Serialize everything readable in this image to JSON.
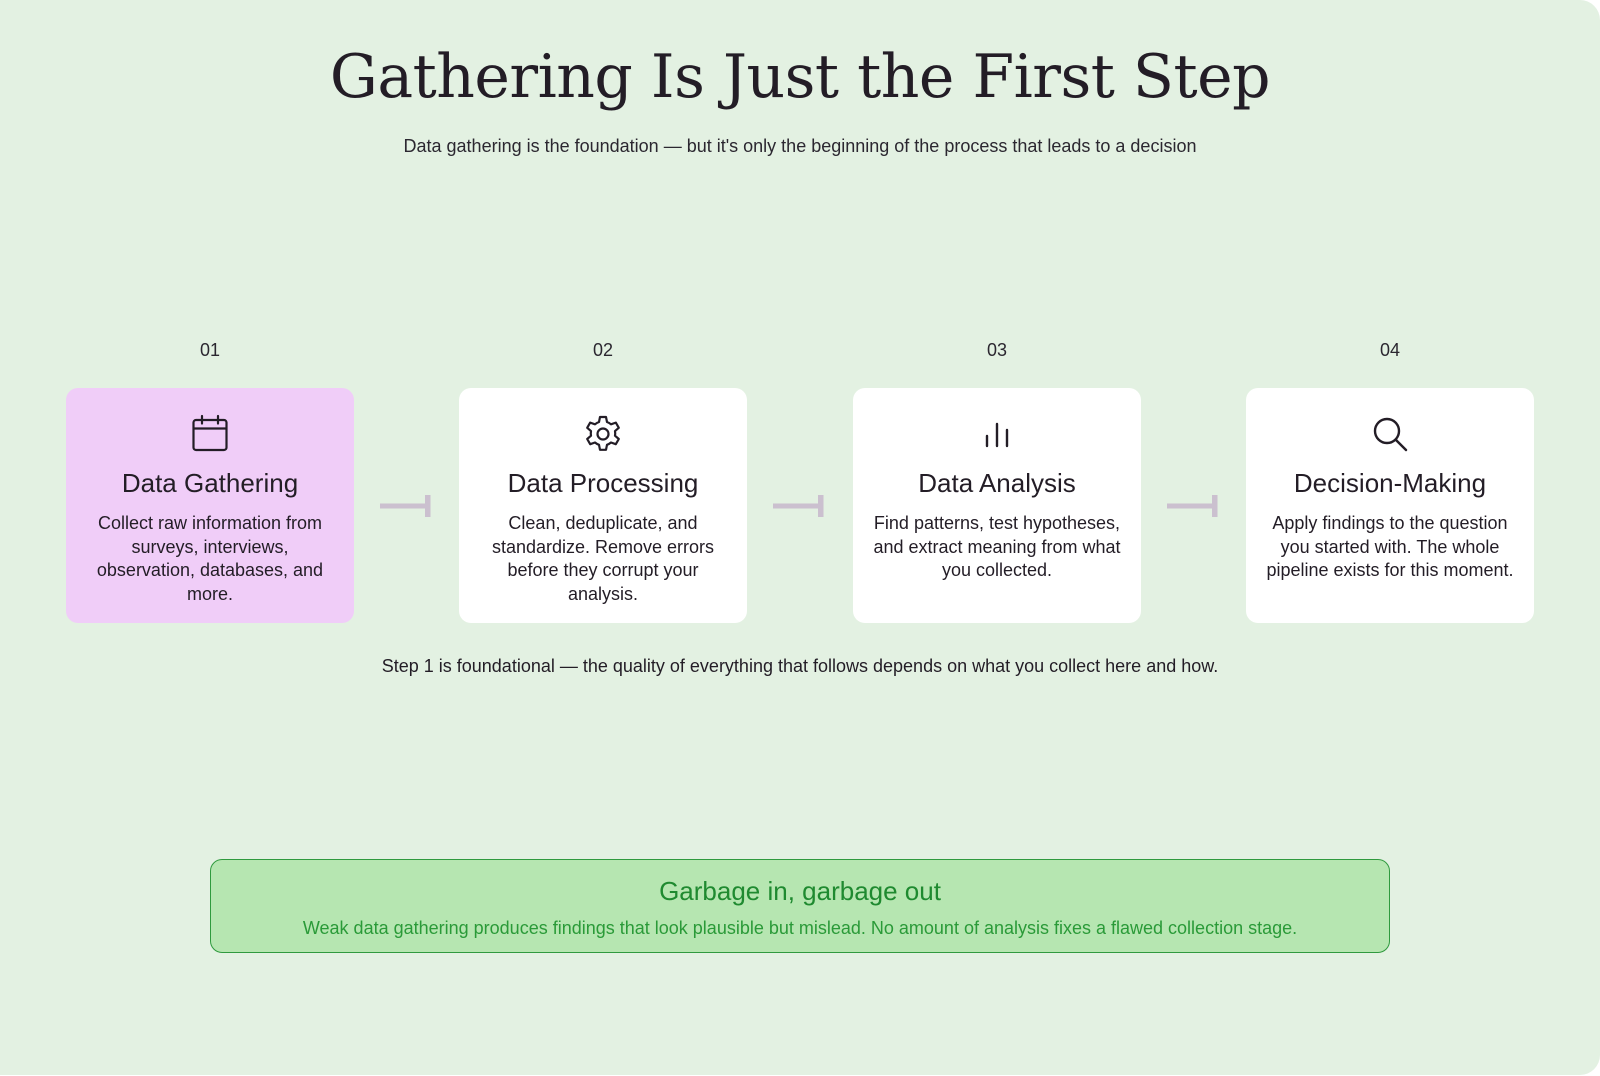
{
  "header": {
    "title": "Gathering Is Just the First Step",
    "subtitle": "Data gathering is the foundation — but it's only the beginning of the process that leads to a decision"
  },
  "steps": [
    {
      "number": "01",
      "title": "Data Gathering",
      "description": "Collect raw information from surveys, interviews, observation, databases, and more.",
      "icon": "calendar-icon",
      "highlighted": true
    },
    {
      "number": "02",
      "title": "Data Processing",
      "description": "Clean, deduplicate, and standardize. Remove errors before they corrupt your analysis.",
      "icon": "gear-icon",
      "highlighted": false
    },
    {
      "number": "03",
      "title": "Data Analysis",
      "description": "Find patterns, test hypotheses, and extract meaning from what you collected.",
      "icon": "bar-chart-icon",
      "highlighted": false
    },
    {
      "number": "04",
      "title": "Decision-Making",
      "description": "Apply findings to the question you started with. The whole pipeline exists for this moment.",
      "icon": "search-icon",
      "highlighted": false
    }
  ],
  "note": "Step 1 is foundational — the quality of everything that follows depends on what you collect here and how.",
  "callout": {
    "title": "Garbage in, garbage out",
    "text": "Weak data gathering produces findings that look plausible but mislead. No amount of analysis fixes a flawed collection stage."
  },
  "colors": {
    "background": "#e3f1e2",
    "highlight_card": "#f0cdf8",
    "card": "#ffffff",
    "arrow": "#cbc0cf",
    "callout_bg": "#b6e6b1",
    "callout_accent": "#1f8a30"
  }
}
